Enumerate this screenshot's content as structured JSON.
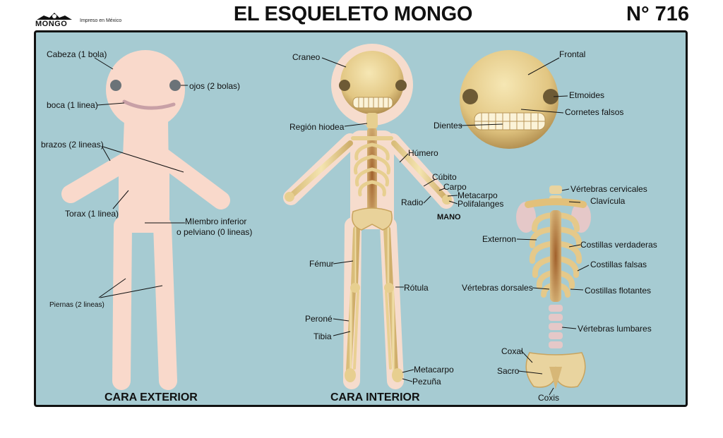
{
  "header": {
    "brand": "MONGO",
    "imprint": "Impreso en México",
    "title": "EL ESQUELETO MONGO",
    "number": "N° 716"
  },
  "colors": {
    "panel": "#a6cbd2",
    "skin": "#f9d9cb",
    "bone": "#f2dfa4",
    "bone_shade": "#c9a45e",
    "eye": "#6b7378",
    "mouth": "#c8a0a6",
    "spine_core": "#b0703a"
  },
  "sections": {
    "exterior": "CARA EXTERIOR",
    "interior": "CARA INTERIOR"
  },
  "labels": {
    "exterior": {
      "cabeza": "Cabeza (1 bola)",
      "ojos": "ojos (2 bolas)",
      "boca": "boca (1 linea)",
      "brazos": "brazos (2 lineas)",
      "torax": "Torax (1 linea)",
      "miembro_1": "MIembro inferior",
      "miembro_2": "o pelviano (0 lineas)",
      "piernas": "Piernas (2 lineas)"
    },
    "interior": {
      "craneo": "Craneo",
      "region_hiodea": "Región hiodea",
      "humero": "Húmero",
      "cubito": "Cúbito",
      "carpo": "Carpo",
      "metacarpo": "Metacarpo",
      "polifalanges": "Polifalanges",
      "radio": "Radio",
      "mano": "MANO",
      "femur": "Fémur",
      "rotula": "Rótula",
      "perone": "Peroné",
      "tibia": "Tibia",
      "metacarpo_pie": "Metacarpo",
      "pezuna": "Pezuña"
    },
    "skull": {
      "frontal": "Frontal",
      "etmoides": "Etmoides",
      "cornetes": "Cornetes falsos",
      "dientes": "Dientes"
    },
    "spine": {
      "cervicales": "Vértebras cervicales",
      "clavicula": "Clavícula",
      "externon": "Externon",
      "verdaderas": "Costillas verdaderas",
      "falsas": "Costillas falsas",
      "dorsales": "Vértebras dorsales",
      "flotantes": "Costillas flotantes",
      "lumbares": "Vértebras lumbares",
      "coxal": "Coxal",
      "sacro": "Sacro",
      "coxis": "Coxis"
    }
  }
}
